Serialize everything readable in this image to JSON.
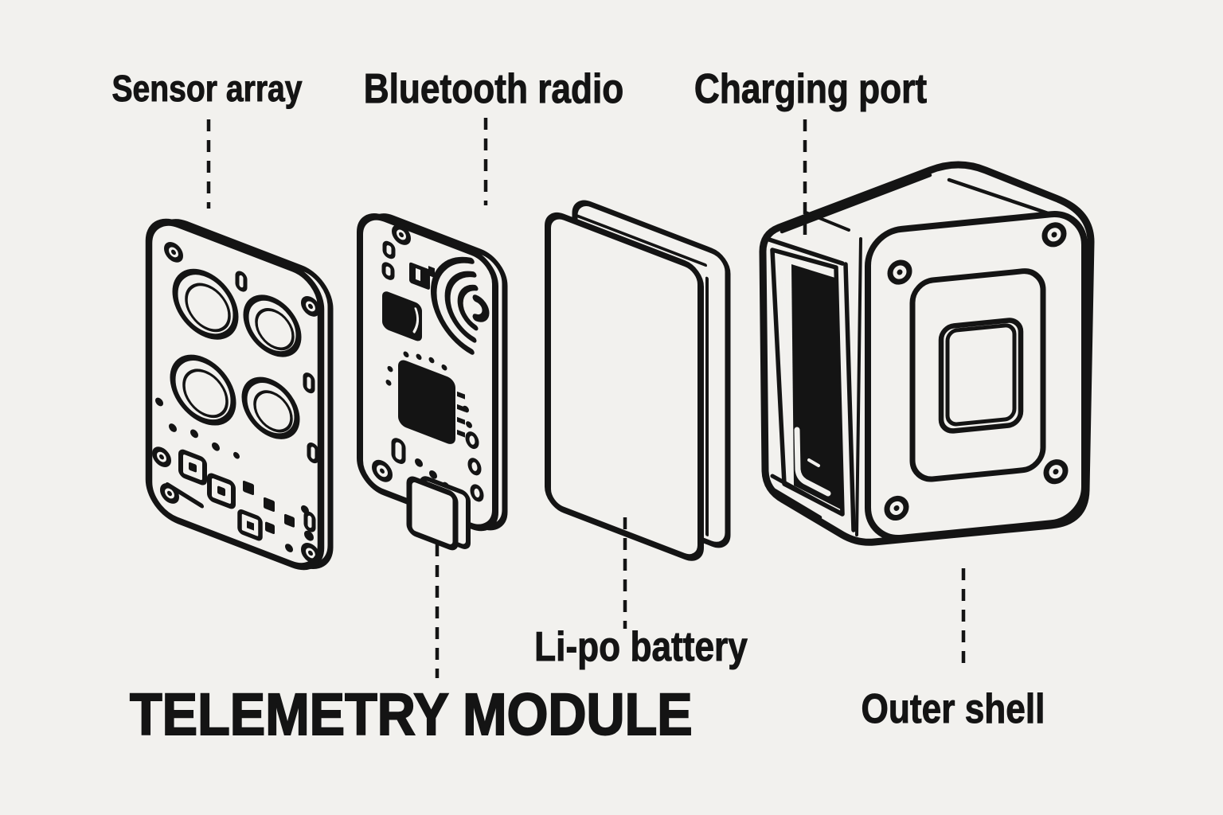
{
  "diagram": {
    "title": "TELEMETRY MODULE",
    "background": "#f2f1ee",
    "ink": "#141414",
    "labels": {
      "sensor_array": "Sensor array",
      "bluetooth_radio": "Bluetooth radio",
      "charging_port": "Charging port",
      "lipo_battery": "Li-po battery",
      "outer_shell": "Outer shell"
    },
    "components": [
      {
        "id": "sensor-array-board",
        "label": "Sensor array"
      },
      {
        "id": "bluetooth-radio-board",
        "label": "Bluetooth radio"
      },
      {
        "id": "lipo-battery",
        "label": "Li-po battery"
      },
      {
        "id": "charging-port",
        "label": "Charging port"
      },
      {
        "id": "outer-shell",
        "label": "Outer shell"
      }
    ]
  }
}
